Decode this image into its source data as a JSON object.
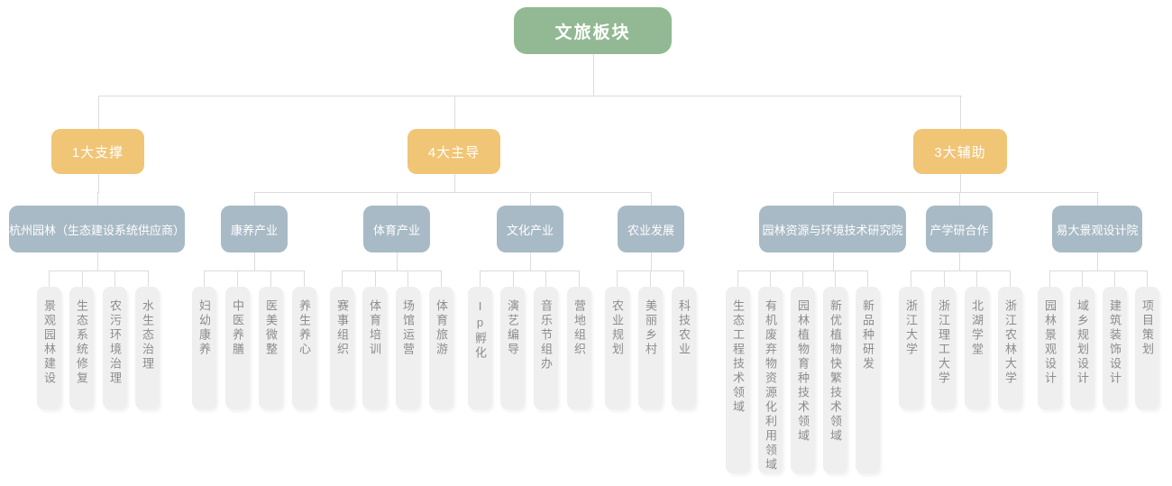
{
  "diagram": {
    "type": "org-tree",
    "colors": {
      "root_bg": "#92b993",
      "branch_bg": "#f0c576",
      "category_bg": "#a8bac5",
      "leaf_bg": "#f0efef",
      "leaf_text": "#8c8c8c",
      "node_text": "#ffffff",
      "connector": "#dcdcdc"
    },
    "tree": {
      "label": "文旅板块",
      "children": [
        {
          "label": "1大支撑",
          "children": [
            {
              "label": "杭州园林（生态建设系统供应商）",
              "leaves": [
                "景观园林建设",
                "生态系统修复",
                "农污环境治理",
                "水生态治理"
              ]
            }
          ]
        },
        {
          "label": "4大主导",
          "children": [
            {
              "label": "康养产业",
              "leaves": [
                "妇幼康养",
                "中医养膳",
                "医美微整",
                "养生养心"
              ]
            },
            {
              "label": "体育产业",
              "leaves": [
                "赛事组织",
                "体育培训",
                "场馆运营",
                "体育旅游"
              ]
            },
            {
              "label": "文化产业",
              "leaves": [
                "Ip孵化",
                "演艺编导",
                "音乐节组办",
                "营地组织"
              ]
            },
            {
              "label": "农业发展",
              "leaves": [
                "农业规划",
                "美丽乡村",
                "科技农业"
              ]
            }
          ]
        },
        {
          "label": "3大辅助",
          "children": [
            {
              "label": "园林资源与环境技术研究院",
              "leaves": [
                "生态工程技术领域",
                "有机废弃物资源化利用领域",
                "园林植物育种技术领域",
                "新优植物快繁技术领域",
                "新品种研发"
              ]
            },
            {
              "label": "产学研合作",
              "leaves": [
                "浙江大学",
                "浙江理工大学",
                "北湖学堂",
                "浙江农林大学"
              ]
            },
            {
              "label": "易大景观设计院",
              "leaves": [
                "园林景观设计",
                "域乡规划设计",
                "建筑装饰设计",
                "项目策划"
              ]
            }
          ]
        }
      ]
    }
  }
}
